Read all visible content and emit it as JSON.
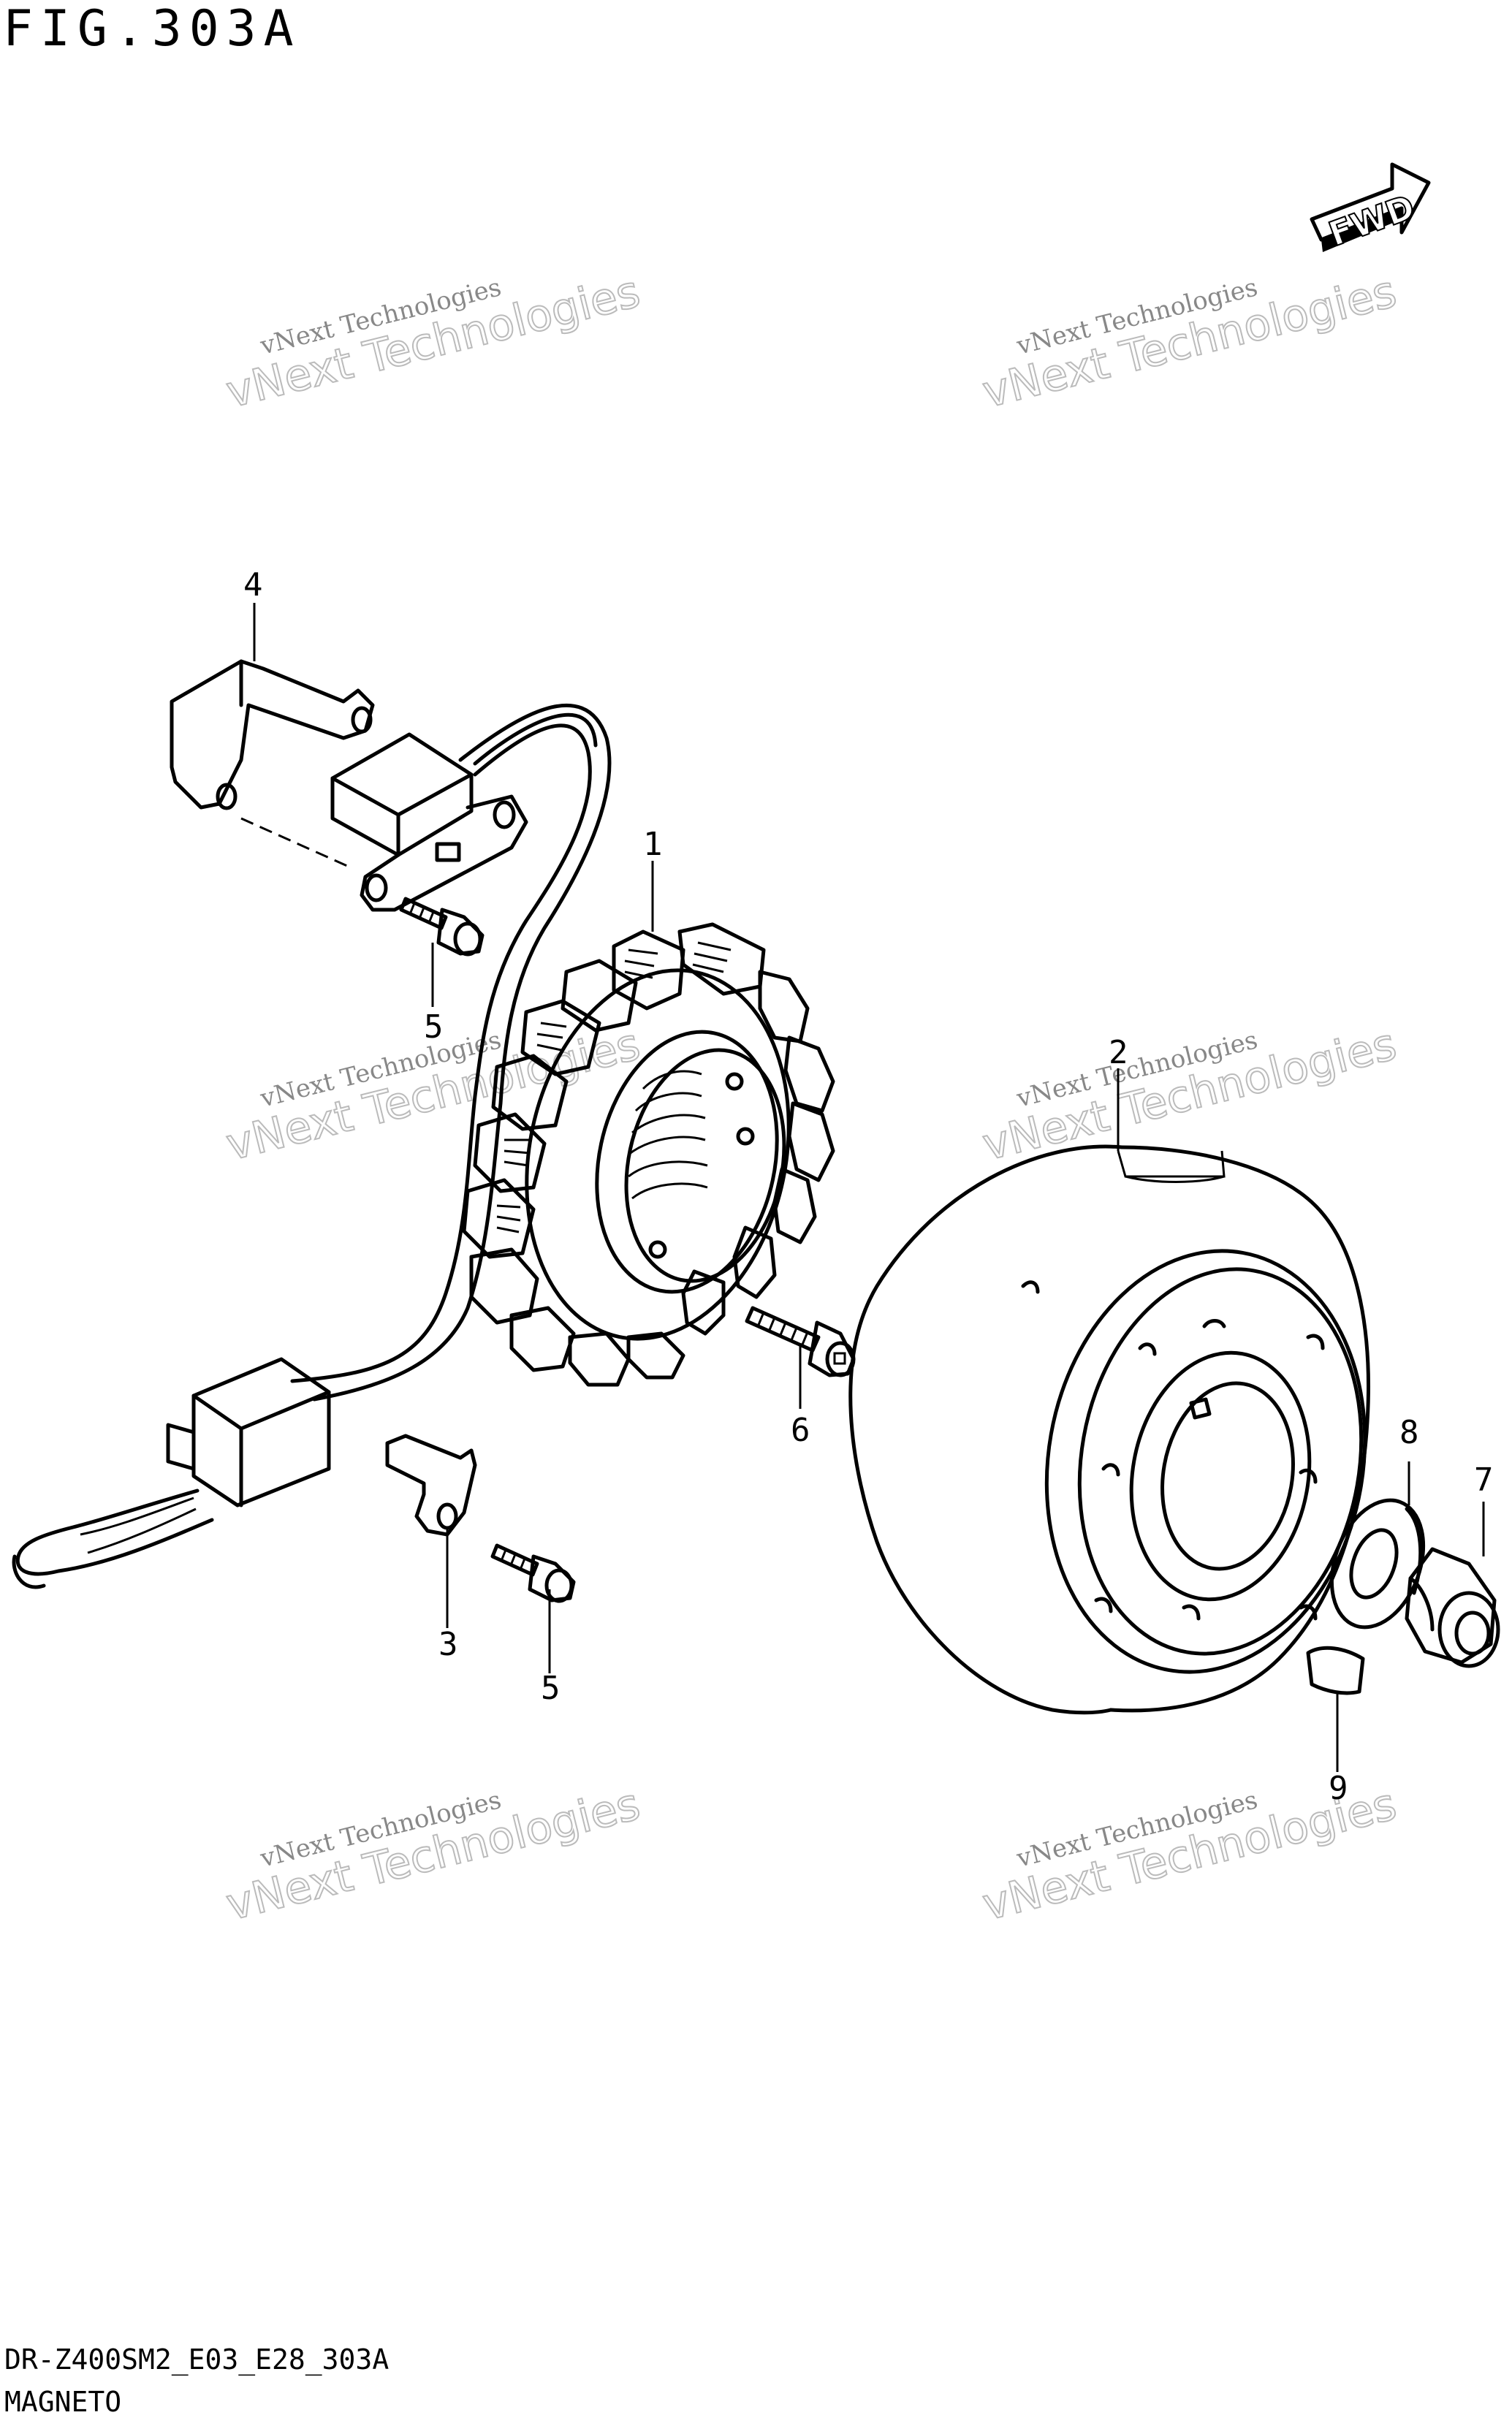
{
  "header": {
    "figure_code": "FIG.303A"
  },
  "footer": {
    "model_code": "DR-Z400SM2_E03_E28_303A",
    "section_name": "MAGNETO"
  },
  "fwd_label": "FWD",
  "watermark": {
    "line1": "vNext Technologies",
    "line2": "vNext Technologies"
  },
  "callouts": [
    {
      "id": "1"
    },
    {
      "id": "2"
    },
    {
      "id": "3"
    },
    {
      "id": "4"
    },
    {
      "id": "5"
    },
    {
      "id": "5"
    },
    {
      "id": "6"
    },
    {
      "id": "7"
    },
    {
      "id": "8"
    },
    {
      "id": "9"
    }
  ]
}
